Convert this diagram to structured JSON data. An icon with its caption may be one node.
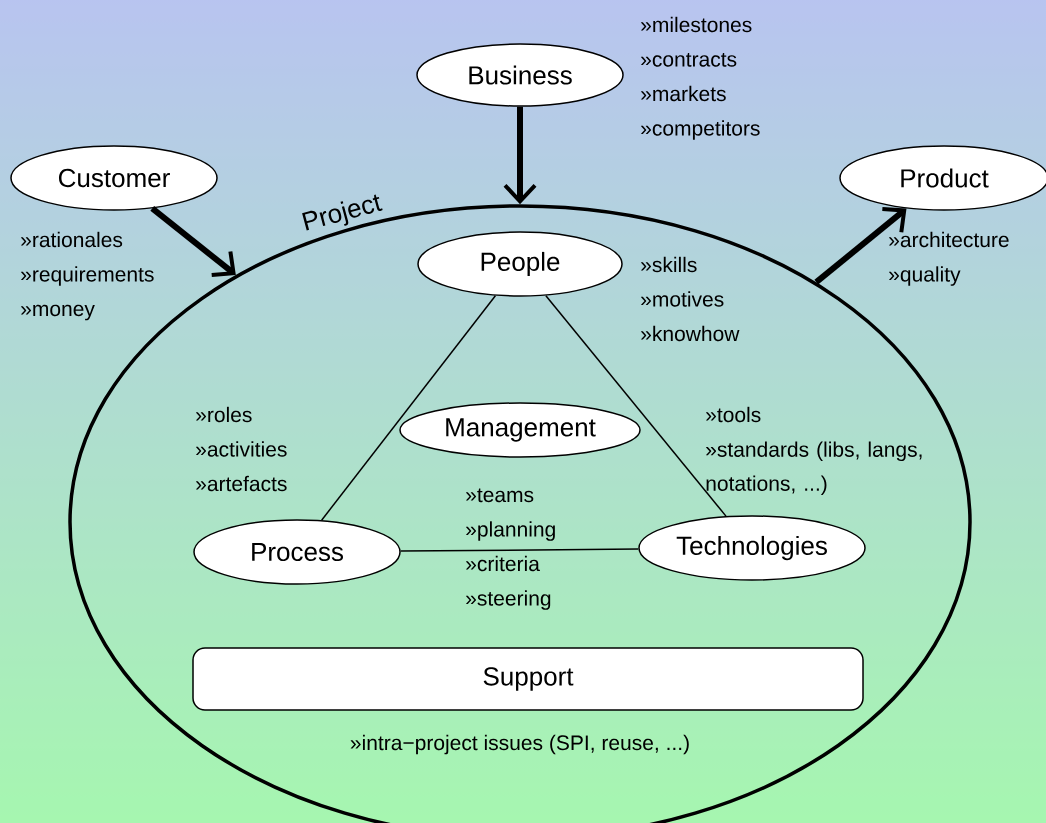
{
  "diagram": {
    "nodes": [
      {
        "text": [
          "Business"
        ],
        "beside": [
          "»milestones",
          "»contracts",
          "»markets",
          "»competitors"
        ]
      },
      {
        "text": [
          "Customer"
        ],
        "beside": [
          "»rationales",
          "»requirements",
          "»money"
        ]
      },
      {
        "text": [
          "Product"
        ],
        "beside": [
          "»architecture",
          "»quality"
        ]
      },
      {
        "text": [
          "Project"
        ]
      },
      {
        "text": [
          "People"
        ],
        "in": 3,
        "beside": [
          "»skills",
          "»motives",
          "»knowhow"
        ]
      },
      {
        "text": [
          "Management"
        ],
        "in": 3,
        "beside": [
          "»teams",
          "»planning",
          "»criteria",
          "»steering"
        ]
      },
      {
        "text": [
          "Process"
        ],
        "in": 3,
        "beside": [
          "»roles",
          "»activities",
          "»artefacts"
        ]
      },
      {
        "text": [
          "Technologies"
        ],
        "in": 3,
        "beside": [
          "»tools",
          "»standards (libs, langs, notations, ...)"
        ]
      },
      {
        "text": [
          "Support"
        ],
        "in": 3,
        "beside": [
          "»intra−project issues (SPI, reuse, ...)"
        ]
      }
    ],
    "edges": [
      {
        "from": 0,
        "to": 3,
        "arrow": "to",
        "style": "thick"
      },
      {
        "from": 1,
        "to": 3,
        "arrow": "to",
        "style": "thick"
      },
      {
        "from": 3,
        "to": 2,
        "arrow": "to",
        "style": "thick"
      },
      {
        "from": 4,
        "to": 6,
        "arrow": "none"
      },
      {
        "from": 4,
        "to": 7,
        "arrow": "none"
      },
      {
        "from": 6,
        "to": 7,
        "arrow": "none"
      }
    ]
  }
}
